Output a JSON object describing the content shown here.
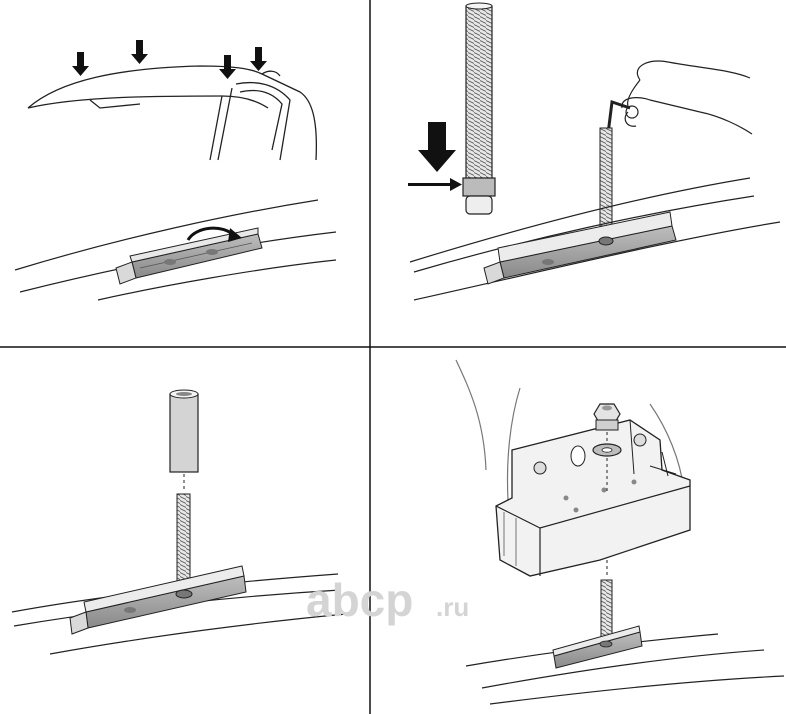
{
  "watermark": {
    "brand": "abcp",
    "suffix": ".ru"
  },
  "panels": [
    {
      "id": "step-1",
      "content": "car-roof-with-four-arrows-and-rail-slot-with-rotation-arrow"
    },
    {
      "id": "step-2",
      "content": "hex-key-tightening-bolt-and-spacer-tube-with-arrow"
    },
    {
      "id": "step-3",
      "content": "spacer-tube-above-threaded-bolt-in-rail"
    },
    {
      "id": "step-4",
      "content": "foot-pad-with-nut-and-washer-over-bolt"
    }
  ],
  "colors": {
    "line": "#222222",
    "grid": "#111111",
    "fill_light": "#f2f2f2",
    "fill_mid": "#cfcfcf",
    "watermark": "#d4d4d4"
  }
}
